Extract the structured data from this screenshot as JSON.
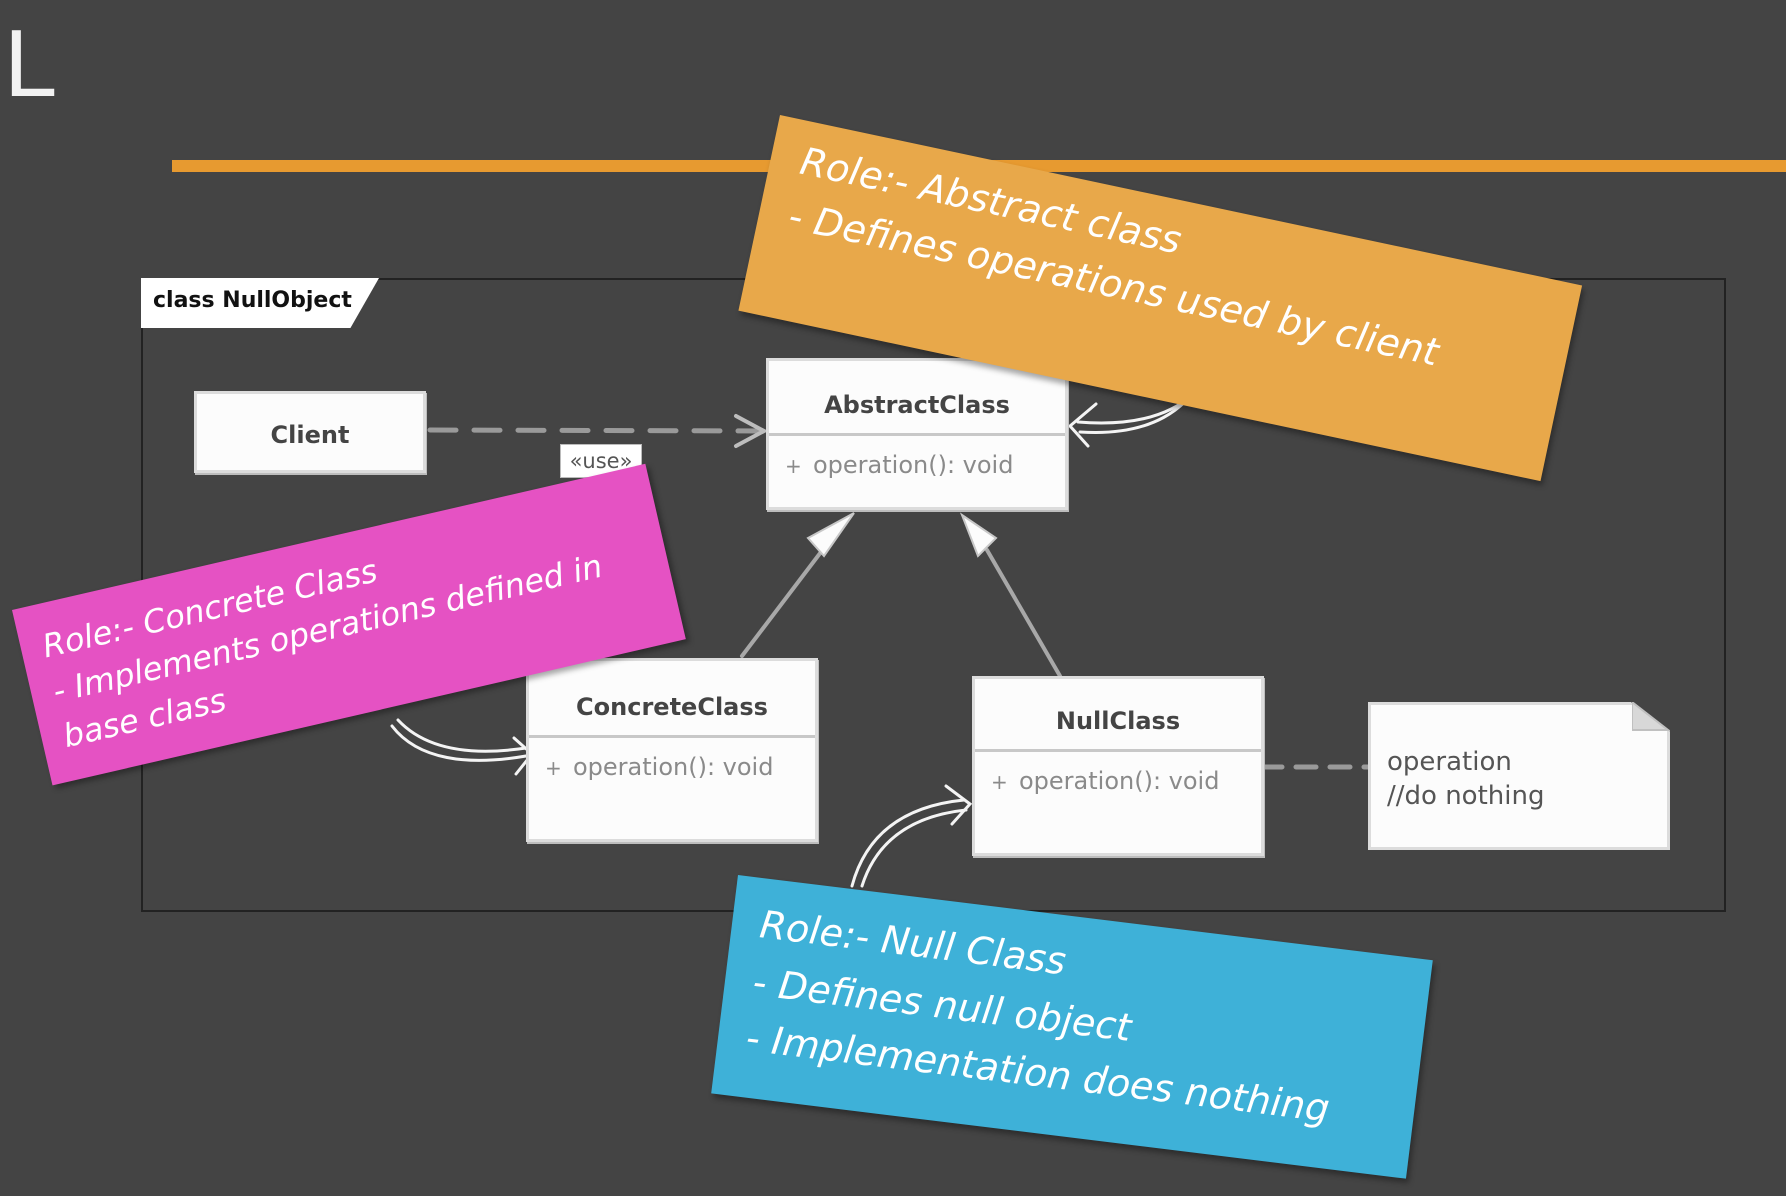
{
  "slide": {
    "title": "L"
  },
  "frame": {
    "label": "class NullObject"
  },
  "classes": {
    "client": {
      "name": "Client"
    },
    "abstract": {
      "name": "AbstractClass",
      "operation_prefix": "+",
      "operation": "operation(): void"
    },
    "concrete": {
      "name": "ConcreteClass",
      "operation_prefix": "+",
      "operation": "operation(): void"
    },
    "null": {
      "name": "NullClass",
      "operation_prefix": "+",
      "operation": "operation(): void"
    }
  },
  "relations": {
    "use_label": "«use»"
  },
  "note": {
    "line1": "operation",
    "line2": "//do nothing"
  },
  "stickies": {
    "abstract": {
      "line1": "Role:- Abstract class",
      "line2": "-   Defines operations used by client"
    },
    "concrete": {
      "line1": "Role:- Concrete Class",
      "line2": "- Implements operations defined in",
      "line3": "base class"
    },
    "null": {
      "line1": "Role:- Null Class",
      "line2": "-   Defines null object",
      "line3": "-   Implementation does nothing"
    }
  },
  "colors": {
    "background": "#444444",
    "accent_line": "#e79a30",
    "sticky_orange": "#e8a84a",
    "sticky_pink": "#e552c3",
    "sticky_blue": "#3eb1d8"
  }
}
